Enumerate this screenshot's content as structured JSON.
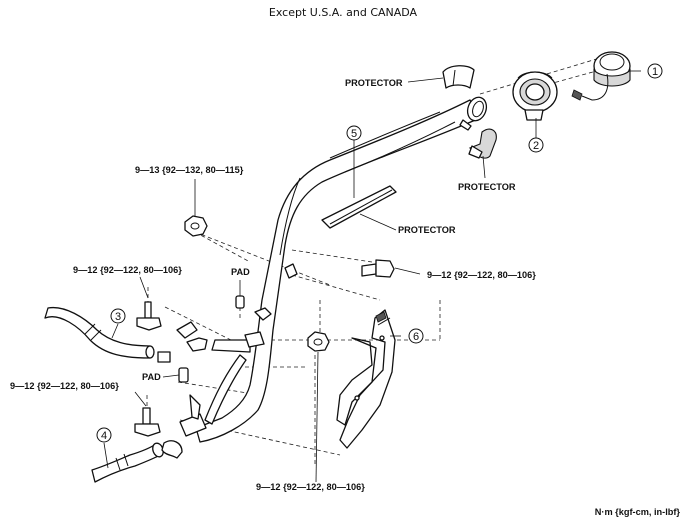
{
  "title": "Except U.S.A. and CANADA",
  "part_numbers": [
    "1",
    "2",
    "3",
    "4",
    "5",
    "6"
  ],
  "labels": {
    "protector_top": "PROTECTOR",
    "protector_right": "PROTECTOR",
    "protector_mid": "PROTECTOR",
    "pad_upper": "PAD",
    "pad_lower": "PAD"
  },
  "torques": {
    "top": "9—13 {92—132, 80—115}",
    "left_upper": "9—12 {92—122, 80—106}",
    "right_bolt": "9—12 {92—122, 80—106}",
    "left_lower": "9—12 {92—122, 80—106}",
    "bottom": "9—12 {92—122, 80—106}"
  },
  "units": "N·m {kgf-cm, in-lbf}"
}
